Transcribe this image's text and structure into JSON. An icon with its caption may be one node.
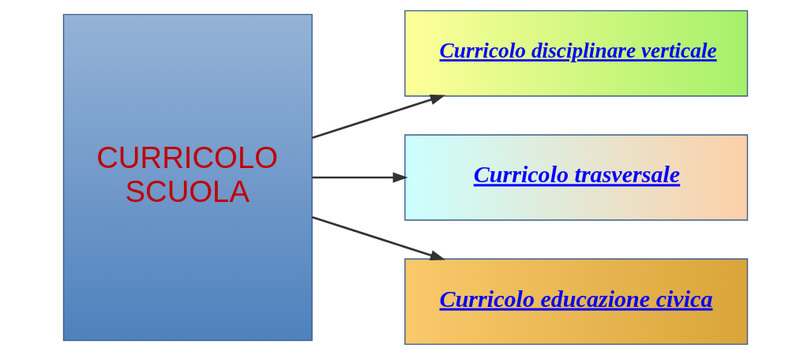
{
  "diagram": {
    "nodes": [
      {
        "text": [
          "CURRICOLO SCUOLA"
        ]
      },
      {
        "text": [
          "Curricolo disciplinare verticale"
        ]
      },
      {
        "text": [
          "Curricolo trasversale"
        ]
      },
      {
        "text": [
          "Curricolo educazione civica"
        ]
      }
    ],
    "edges": [
      {
        "from": 0,
        "to": 1,
        "arrow": "to"
      },
      {
        "from": 0,
        "to": 2,
        "arrow": "to"
      },
      {
        "from": 0,
        "to": 3,
        "arrow": "to"
      }
    ]
  }
}
